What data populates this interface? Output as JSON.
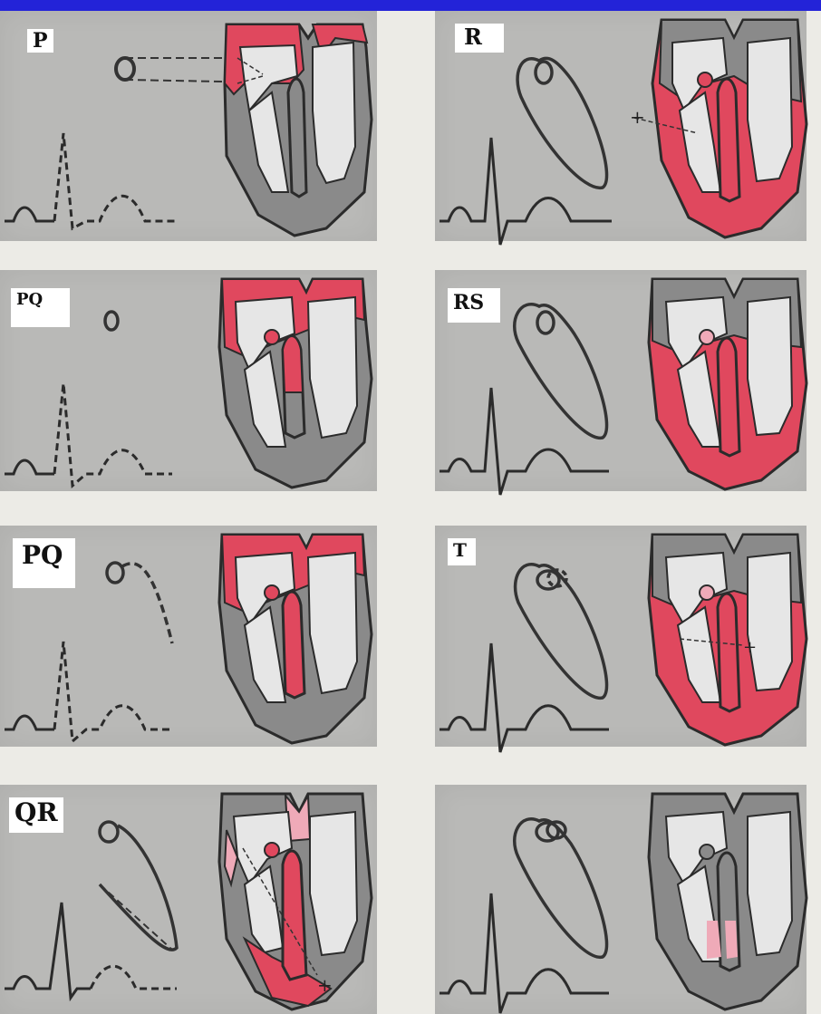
{
  "colors": {
    "header_bar": "#2323d8",
    "page_background": "#ecebe6",
    "panel_background": "#b9b9b7",
    "heart_wall_resting": "#8a8a8a",
    "heart_wall_depolarized": "#e0485e",
    "heart_wall_repolarizing": "#efaab8",
    "heart_chamber": "#e6e6e6",
    "trace_line": "#2b2b2b"
  },
  "panels": [
    {
      "id": "p-left-1",
      "label": "P"
    },
    {
      "id": "p-right-1",
      "label": "R"
    },
    {
      "id": "p-left-2",
      "label": "PQ"
    },
    {
      "id": "p-right-2",
      "label": "RS"
    },
    {
      "id": "p-left-3",
      "label": "PQ"
    },
    {
      "id": "p-right-3",
      "label": "T"
    },
    {
      "id": "p-left-4",
      "label": "QR"
    },
    {
      "id": "p-right-4",
      "label": ""
    }
  ],
  "markers": {
    "plus": "+",
    "minus": "−"
  }
}
